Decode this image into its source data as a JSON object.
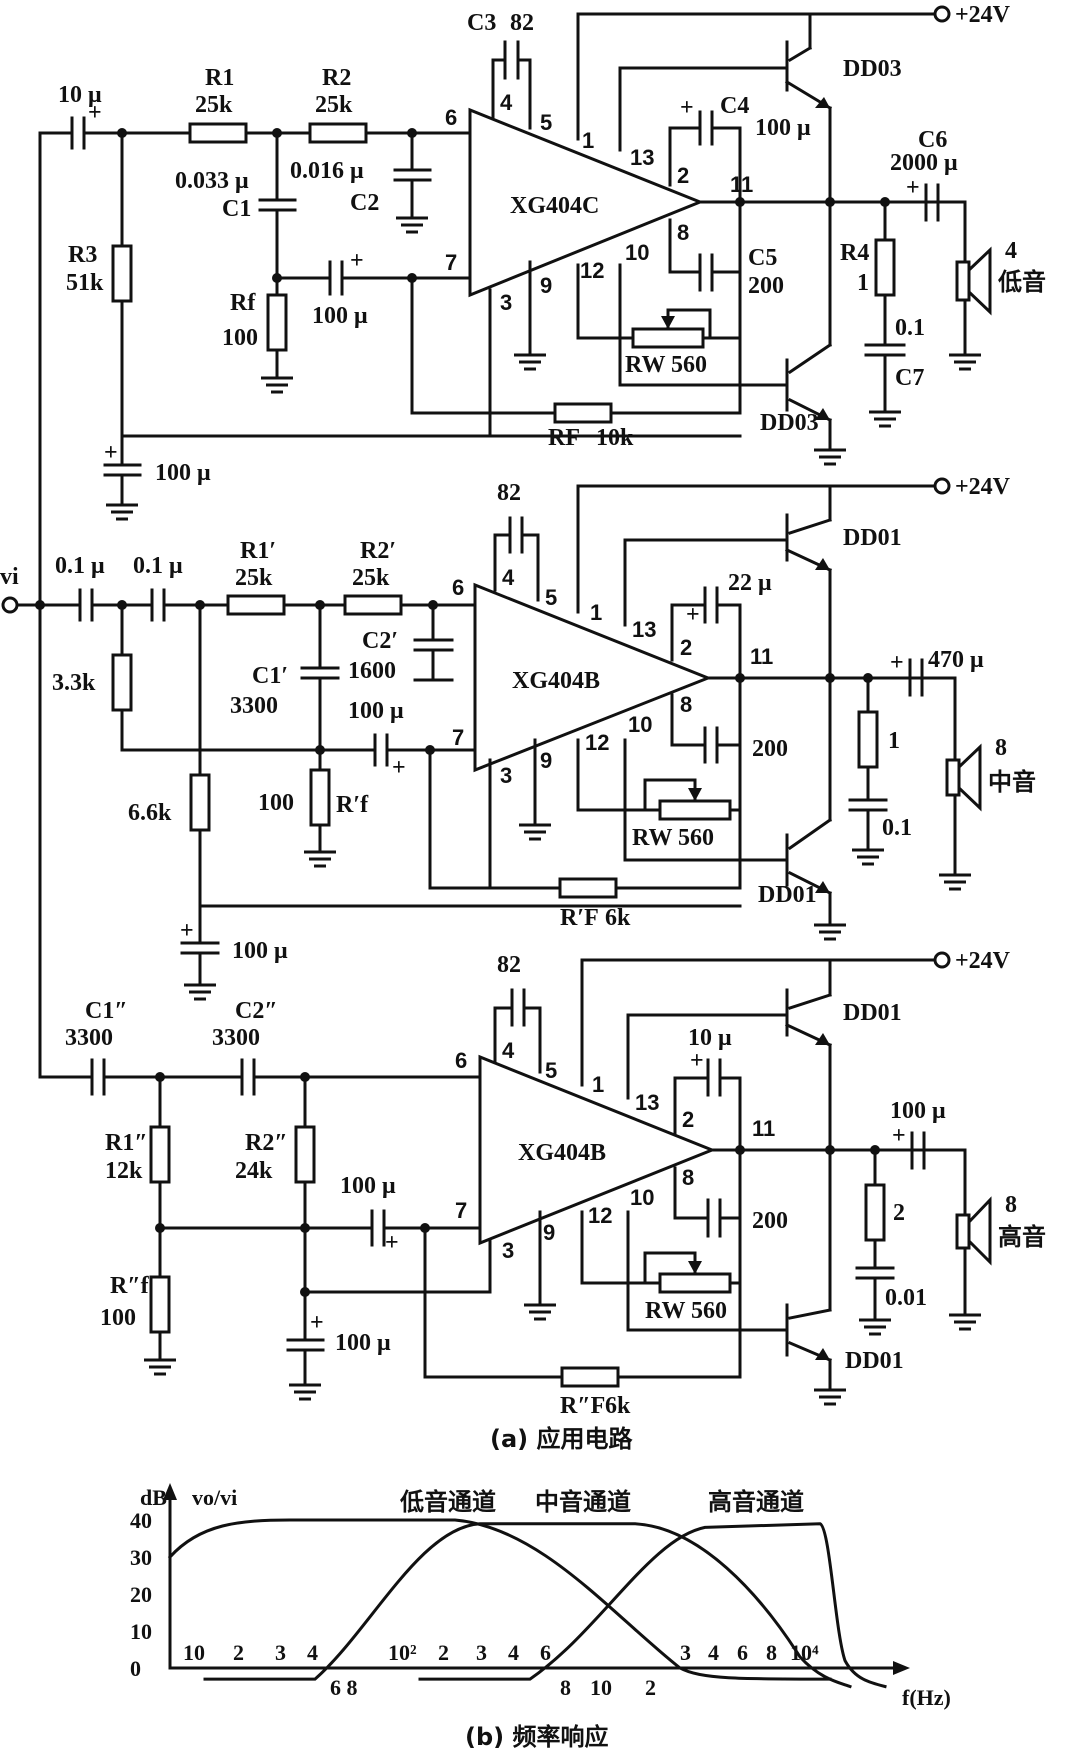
{
  "supply": {
    "label": "+24V"
  },
  "input": {
    "label": "vi"
  },
  "channels": [
    {
      "chip": "XG404C",
      "transistor": "DD03",
      "speaker": {
        "value": "4",
        "label": "低音"
      },
      "parts": {
        "cin": "10 μ",
        "r1n": "R1",
        "r1v": "25k",
        "r2n": "R2",
        "r2v": "25k",
        "r3n": "R3",
        "r3v": "51k",
        "c1v": "0.033 μ",
        "c1n": "C1",
        "c2v": "0.016 μ",
        "c2n": "C2",
        "rfn": "Rf",
        "rfv": "100",
        "cf": "100 μ",
        "c3n": "C3",
        "c3v": "82",
        "c4n": "C4",
        "c4v": "100 μ",
        "c5n": "C5",
        "c5v": "200",
        "rw": "RW 560",
        "rFn": "RF",
        "rFv": "10k",
        "cdec": "100 μ",
        "r4n": "R4",
        "r4v": "1",
        "c7v": "0.1",
        "c7n": "C7",
        "c6n": "C6",
        "c6v": "2000 μ"
      }
    },
    {
      "chip": "XG404B",
      "transistor": "DD01",
      "speaker": {
        "value": "8",
        "label": "中音"
      },
      "parts": {
        "ca": "0.1 μ",
        "cb": "0.1 μ",
        "r33": "3.3k",
        "r66": "6.6k",
        "r1n": "R1′",
        "r1v": "25k",
        "r2n": "R2′",
        "r2v": "25k",
        "c1n": "C1′",
        "c1v": "3300",
        "c2n": "C2′",
        "c2v": "1600",
        "rfv": "100",
        "rfn": "R′f",
        "cf": "100 μ",
        "c3v": "82",
        "c4v": "22 μ",
        "c5v": "200",
        "rw": "RW 560",
        "rFn": "R′F",
        "rFv": "6k",
        "cdec": "100 μ",
        "r4v": "1",
        "c7v": "0.1",
        "c6v": "470 μ"
      }
    },
    {
      "chip": "XG404B",
      "transistor": "DD01",
      "speaker": {
        "value": "8",
        "label": "高音"
      },
      "parts": {
        "c1n": "C1″",
        "c1v": "3300",
        "c2n": "C2″",
        "c2v": "3300",
        "r1n": "R1″",
        "r1v": "12k",
        "r2n": "R2″",
        "r2v": "24k",
        "rfn": "R″f",
        "rfv": "100",
        "cf": "100 μ",
        "cdec": "100 μ",
        "c3v": "82",
        "c4v": "10 μ",
        "c5v": "200",
        "rw": "RW 560",
        "rFn": "R″F",
        "rFv": "6k",
        "r4v": "2",
        "c7v": "0.01",
        "c6v": "100 μ"
      }
    }
  ],
  "captions": {
    "a": "(a) 应用电路",
    "b": "(b) 频率响应"
  },
  "chart_data": {
    "type": "line",
    "ylabel": "dB",
    "ratio_label": "vo/vi",
    "xlabel": "f(Hz)",
    "yticks": [
      "40",
      "30",
      "20",
      "10",
      "0"
    ],
    "xticks_top": [
      "10",
      "2",
      "3",
      "4",
      "10²",
      "2",
      "3",
      "4",
      "6",
      "3",
      "4",
      "6",
      "8",
      "10⁴"
    ],
    "xticks_bottom": [
      "6 8",
      "8",
      "10",
      "2"
    ],
    "series": [
      {
        "name": "低音通道",
        "peak_db": 40
      },
      {
        "name": "中音通道",
        "peak_db": 39
      },
      {
        "name": "高音通道",
        "peak_db": 39
      }
    ]
  }
}
